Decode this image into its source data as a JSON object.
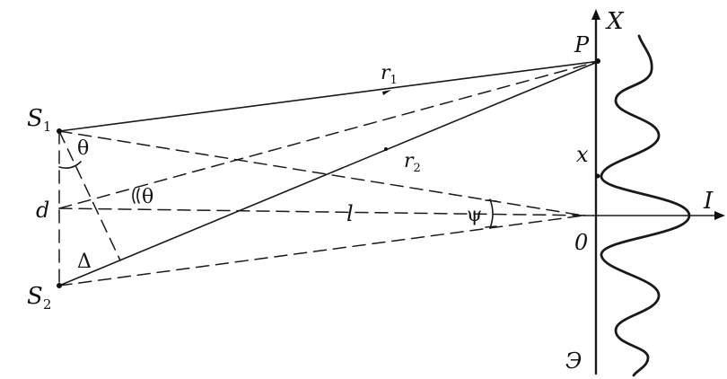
{
  "labels": {
    "s1_main": "S",
    "s1_sub": "1",
    "s2_main": "S",
    "s2_sub": "2",
    "d": "d",
    "theta_top": "θ",
    "theta_mid": "θ",
    "delta": "Δ",
    "r1_main": "r",
    "r1_sub": "1",
    "r2_main": "r",
    "r2_sub": "2",
    "l": "l",
    "psi": "ψ",
    "p": "P",
    "x_axis": "X",
    "x_pos": "x",
    "origin": "0",
    "intensity": "I",
    "screen": "Э"
  }
}
